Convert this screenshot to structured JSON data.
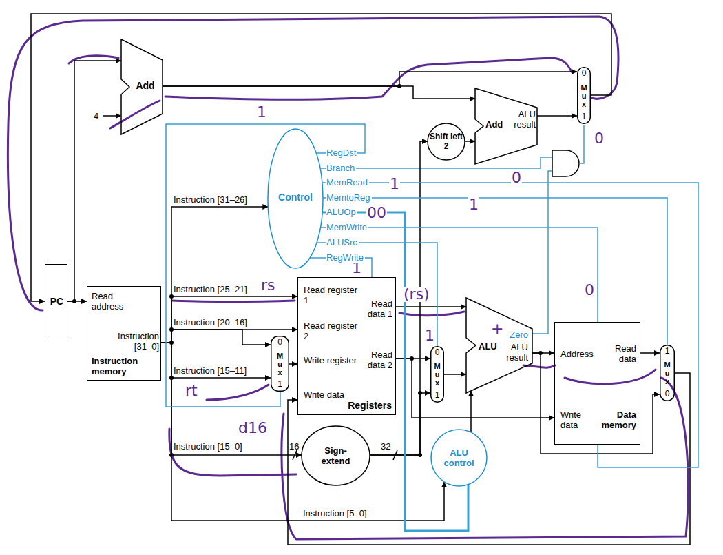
{
  "diagram": {
    "nodes": [
      {
        "text": [
          "Add"
        ]
      },
      {
        "text": [
          "PC"
        ]
      },
      {
        "text": [
          "Read address",
          "Instruction [31–0]",
          "Instruction memory"
        ]
      },
      {
        "text": [
          "Control"
        ]
      },
      {
        "text": [
          "Read register 1",
          "Read register 2",
          "Write register",
          "Write data",
          "Read data 1",
          "Read data 2",
          "Registers"
        ]
      },
      {
        "text": [
          "0",
          "M u x",
          "1"
        ]
      },
      {
        "text": [
          "Sign-extend"
        ]
      },
      {
        "text": [
          "Shift left 2"
        ]
      },
      {
        "text": [
          "Add",
          "ALU result"
        ]
      },
      {
        "text": [
          "0",
          "M u x",
          "1"
        ]
      },
      {
        "text": [
          "ALU",
          "Zero",
          "ALU result"
        ]
      },
      {
        "text": [
          "0",
          "M u x",
          "1"
        ]
      },
      {
        "text": [
          "ALU control"
        ]
      },
      {
        "text": [
          "Address",
          "Read data",
          "Write data",
          "Data memory"
        ]
      },
      {
        "text": [
          "1",
          "M u x",
          "0"
        ]
      }
    ],
    "edges": [
      {
        "from": 1,
        "to": 2,
        "arrow": "to"
      },
      {
        "from": 1,
        "to": 0,
        "arrow": "to"
      },
      {
        "from": 0,
        "to": 8,
        "arrow": "to"
      },
      {
        "from": 0,
        "to": 9,
        "arrow": "to"
      },
      {
        "from": 7,
        "to": 8,
        "arrow": "to"
      },
      {
        "from": 8,
        "to": 9,
        "arrow": "to"
      },
      {
        "from": 9,
        "to": 1,
        "arrow": "to"
      },
      {
        "from": 2,
        "to": 3,
        "arrow": "to"
      },
      {
        "from": 2,
        "to": 4,
        "arrow": "to"
      },
      {
        "from": 2,
        "to": 5,
        "arrow": "to"
      },
      {
        "from": 2,
        "to": 6,
        "arrow": "to"
      },
      {
        "from": 2,
        "to": 12,
        "arrow": "to"
      },
      {
        "from": 5,
        "to": 4,
        "arrow": "to"
      },
      {
        "from": 6,
        "to": 7,
        "arrow": "to"
      },
      {
        "from": 6,
        "to": 11,
        "arrow": "to"
      },
      {
        "from": 4,
        "to": 10,
        "arrow": "to"
      },
      {
        "from": 4,
        "to": 11,
        "arrow": "to"
      },
      {
        "from": 4,
        "to": 13,
        "arrow": "to"
      },
      {
        "from": 11,
        "to": 10,
        "arrow": "to"
      },
      {
        "from": 12,
        "to": 10,
        "arrow": "to"
      },
      {
        "from": 10,
        "to": 13,
        "arrow": "to"
      },
      {
        "from": 10,
        "to": 14,
        "arrow": "to"
      },
      {
        "from": 13,
        "to": 14,
        "arrow": "to"
      },
      {
        "from": 14,
        "to": 4,
        "arrow": "to"
      },
      {
        "from": 3,
        "to": 5,
        "arrow": "none",
        "label": "RegDst"
      },
      {
        "from": 3,
        "to": 13,
        "arrow": "none",
        "label": "MemRead"
      },
      {
        "from": 3,
        "to": 14,
        "arrow": "none",
        "label": "MemtoReg"
      },
      {
        "from": 3,
        "to": 12,
        "arrow": "none",
        "label": "ALUOp"
      },
      {
        "from": 3,
        "to": 13,
        "arrow": "none",
        "label": "MemWrite"
      },
      {
        "from": 3,
        "to": 11,
        "arrow": "none",
        "label": "ALUSrc"
      },
      {
        "from": 3,
        "to": 4,
        "arrow": "none",
        "label": "RegWrite"
      }
    ],
    "labels": [
      "4",
      "Instruction [31–26]",
      "Instruction [25–21]",
      "Instruction [20–16]",
      "Instruction [15–11]",
      "Instruction [15–0]",
      "Instruction [5–0]",
      "16",
      "32",
      "Branch",
      "1",
      "0",
      "0",
      "1",
      "00",
      "1",
      "1",
      "rs",
      "(rs)",
      "1",
      "+",
      "0",
      "rt",
      "d16"
    ]
  }
}
